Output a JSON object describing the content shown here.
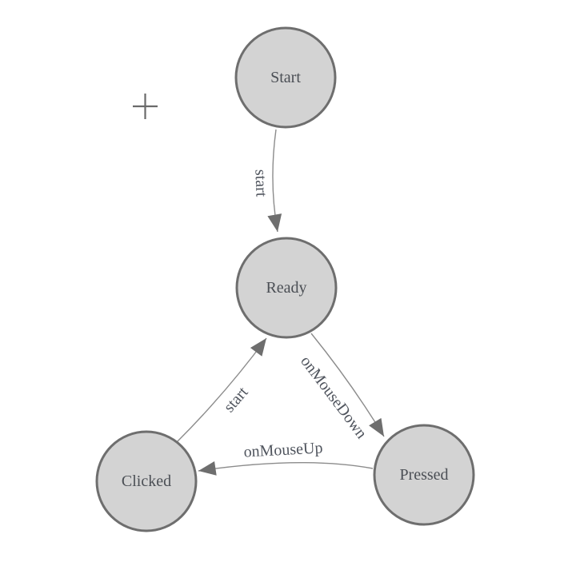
{
  "theme": {
    "canvas-bg": "#ffffff",
    "node-fill": "#d3d3d3",
    "node-stroke": "#6e6e6e",
    "edge-stroke": "#8c8c8c",
    "arrow-fill": "#6e6e6e",
    "node-text": "#4b4f55",
    "edge-text": "#50555e",
    "marker-color": "#6a6a6a"
  },
  "diagram": {
    "nodes": [
      {
        "id": "start",
        "label": "Start"
      },
      {
        "id": "ready",
        "label": "Ready"
      },
      {
        "id": "clicked",
        "label": "Clicked"
      },
      {
        "id": "pressed",
        "label": "Pressed"
      }
    ],
    "edges": [
      {
        "from": "start",
        "to": "ready",
        "label": "start"
      },
      {
        "from": "ready",
        "to": "pressed",
        "label": "onMouseDown"
      },
      {
        "from": "pressed",
        "to": "clicked",
        "label": "onMouseUp"
      },
      {
        "from": "clicked",
        "to": "ready",
        "label": "start"
      }
    ]
  }
}
